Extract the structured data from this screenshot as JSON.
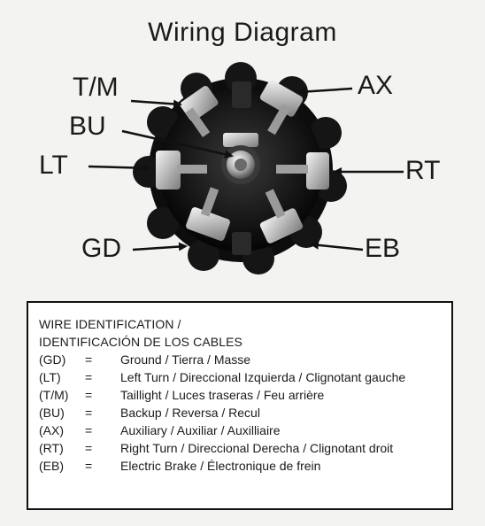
{
  "title": "Wiring Diagram",
  "pins": {
    "tm": "T/M",
    "ax": "AX",
    "bu": "BU",
    "lt": "LT",
    "rt": "RT",
    "gd": "GD",
    "eb": "EB"
  },
  "legend": {
    "heading_line1": "WIRE IDENTIFICATION /",
    "heading_line2": "IDENTIFICACIÓN DE LOS CABLES",
    "rows": [
      {
        "code": "(GD)",
        "eq": "=",
        "desc": "Ground / Tierra / Masse"
      },
      {
        "code": "(LT)",
        "eq": "=",
        "desc": "Left Turn / Direccional Izquierda / Clignotant gauche"
      },
      {
        "code": "(T/M)",
        "eq": "=",
        "desc": "Taillight / Luces traseras / Feu arrière"
      },
      {
        "code": "(BU)",
        "eq": "=",
        "desc": "Backup / Reversa /  Recul"
      },
      {
        "code": "(AX)",
        "eq": "=",
        "desc": "Auxiliary / Auxiliar / Auxilliaire"
      },
      {
        "code": "(RT)",
        "eq": "=",
        "desc": "Right Turn / Direccional Derecha / Clignotant droit"
      },
      {
        "code": "(EB)",
        "eq": "=",
        "desc": "Electric Brake / Électronique de frein"
      }
    ]
  }
}
